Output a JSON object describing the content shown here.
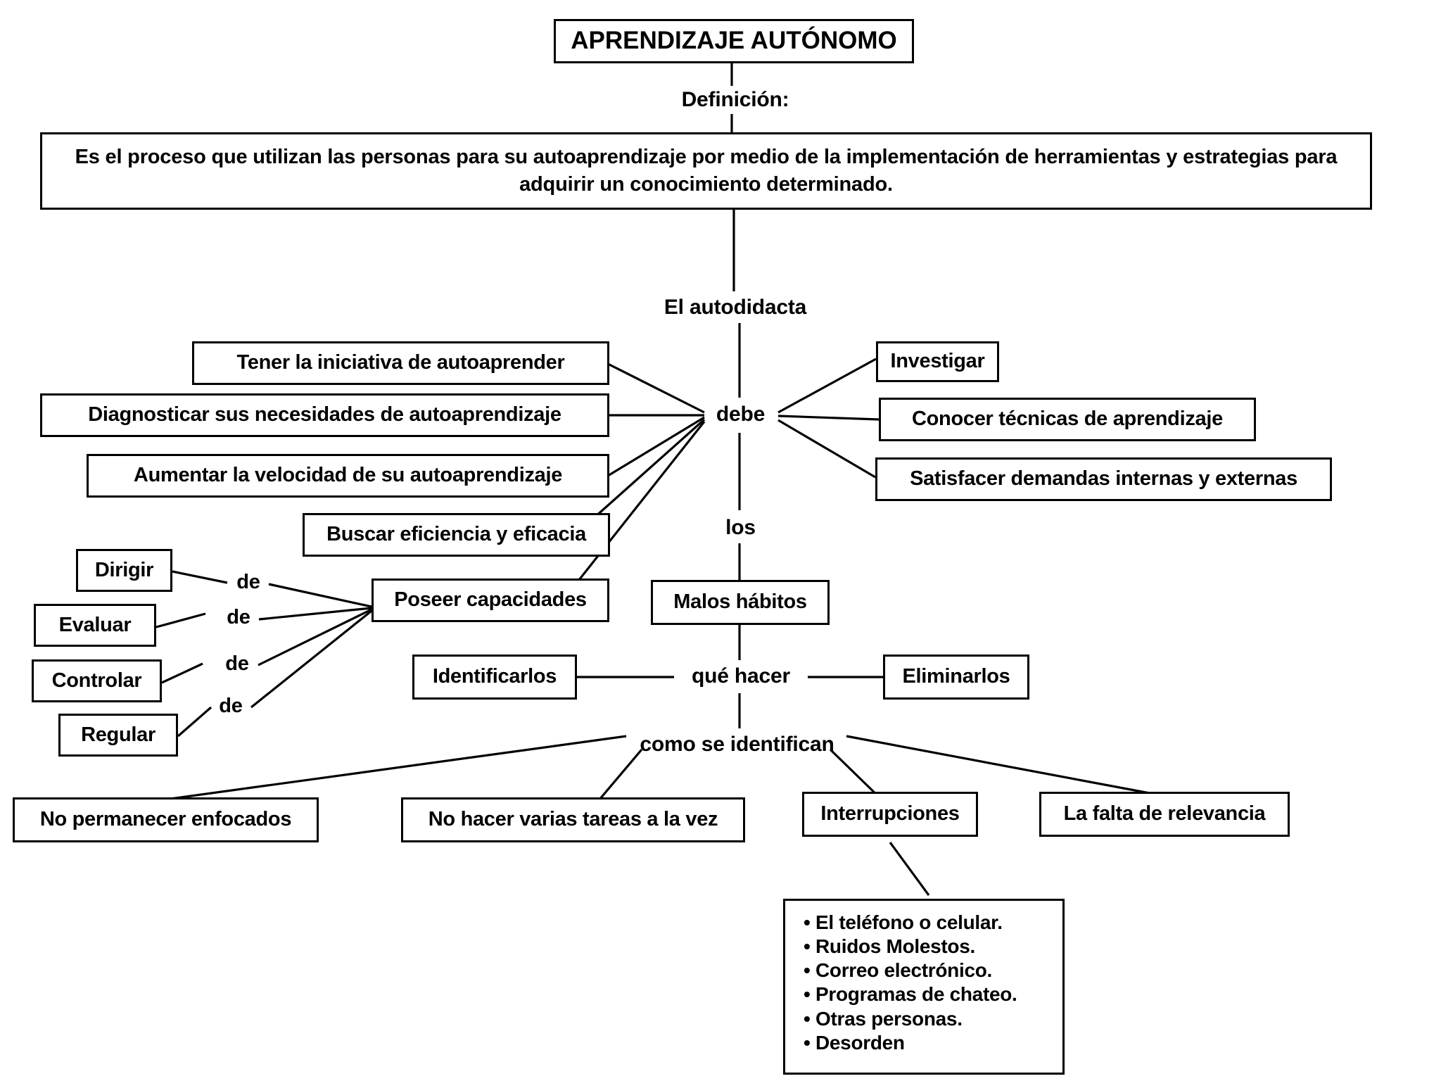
{
  "title": {
    "text": "APRENDIZAJE AUTÓNOMO"
  },
  "connectors": {
    "definicion": "Definición:",
    "el_autodidacta": "El autodidacta",
    "debe": "debe",
    "los": "los",
    "que_hacer": "qué hacer",
    "como_se_identifican": "como se identifican",
    "de_1": "de",
    "de_2": "de",
    "de_3": "de",
    "de_4": "de"
  },
  "definition": {
    "text": "Es el proceso que utilizan las personas para su autoaprendizaje por medio de la implementación de herramientas y estrategias para adquirir un conocimiento determinado."
  },
  "debe_left": [
    {
      "label": "Tener la iniciativa de autoaprender"
    },
    {
      "label": "Diagnosticar sus necesidades de autoaprendizaje"
    },
    {
      "label": "Aumentar la velocidad de su autoaprendizaje"
    },
    {
      "label": "Buscar eficiencia y eficacia"
    },
    {
      "label": "Poseer capacidades"
    }
  ],
  "debe_right": [
    {
      "label": "Investigar"
    },
    {
      "label": "Conocer  técnicas de aprendizaje"
    },
    {
      "label": "Satisfacer demandas internas y externas"
    }
  ],
  "capacidades": [
    {
      "label": "Dirigir"
    },
    {
      "label": "Evaluar"
    },
    {
      "label": "Controlar"
    },
    {
      "label": "Regular"
    }
  ],
  "habitos": {
    "node": "Malos hábitos",
    "acciones": [
      {
        "label": "Identificarlos"
      },
      {
        "label": "Eliminarlos"
      }
    ]
  },
  "identificacion": [
    {
      "label": "No permanecer enfocados"
    },
    {
      "label": "No hacer varias tareas a la vez"
    },
    {
      "label": "Interrupciones"
    },
    {
      "label": "La falta de relevancia"
    }
  ],
  "interrupciones_lista": [
    {
      "label": "El teléfono o celular."
    },
    {
      "label": "Ruidos Molestos."
    },
    {
      "label": "Correo electrónico."
    },
    {
      "label": "Programas de chateo."
    },
    {
      "label": "Otras personas."
    },
    {
      "label": "Desorden"
    }
  ],
  "colors": {
    "stroke": "#000000",
    "background": "#ffffff",
    "text": "#000000"
  }
}
